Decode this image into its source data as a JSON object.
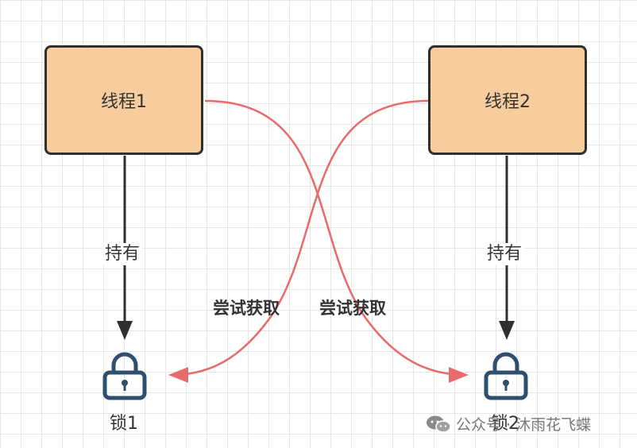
{
  "threads": [
    {
      "label": "线程1"
    },
    {
      "label": "线程2"
    }
  ],
  "edges": {
    "hold_label_1": "持有",
    "hold_label_2": "持有",
    "try_label_1": "尝试获取",
    "try_label_2": "尝试获取"
  },
  "locks": [
    {
      "label": "锁1"
    },
    {
      "label": "锁2"
    }
  ],
  "watermark": {
    "text": "公众号 · 沐雨花飞蝶",
    "icon": "wechat-icon"
  },
  "colors": {
    "box_fill": "#f7cd9e",
    "box_border": "#2f2f2f",
    "hold_arrow": "#2f2f2f",
    "try_arrow": "#e86a6a",
    "lock_icon": "#2f4f6f"
  }
}
